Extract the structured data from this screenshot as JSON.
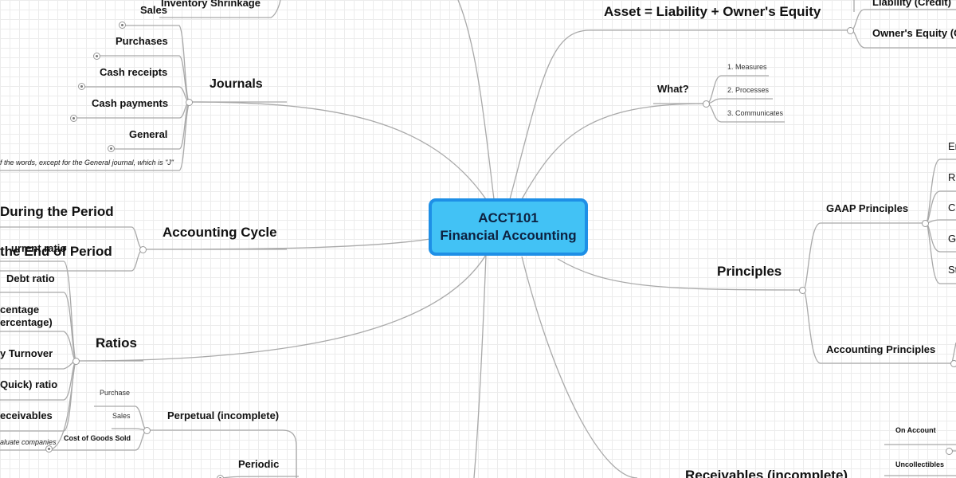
{
  "central": {
    "line1": "ACCT101",
    "line2": "Financial Accounting"
  },
  "left": {
    "inventory_shrinkage": "Inventory Shrinkage",
    "journals": {
      "label": "Journals",
      "items": [
        "Sales",
        "Purchases",
        "Cash receipts",
        "Cash payments",
        "General"
      ],
      "note": "f the words, except for the General journal, which is \"J\""
    },
    "during_period": "During the Period",
    "accounting_cycle": "Accounting Cycle",
    "end_of_period": "the End of Period",
    "ratios": {
      "label": "Ratios",
      "items": [
        "urrent ratio",
        "Debt ratio",
        "centage",
        "ercentage)",
        "y Turnover",
        "Quick) ratio",
        "eceivables"
      ],
      "note": "aluate companies"
    },
    "perpetual": {
      "label": "Perpetual (incomplete)",
      "items": [
        "Purchase",
        "Sales",
        "Cost of Goods Sold"
      ]
    },
    "periodic": "Periodic"
  },
  "right": {
    "equation": {
      "label": "Asset = Liability + Owner's Equity",
      "items": [
        "Liability (Credit)",
        "Owner's Equity (C"
      ]
    },
    "what": {
      "label": "What?",
      "items": [
        "1. Measures",
        "2. Processes",
        "3. Communicates"
      ]
    },
    "principles": {
      "label": "Principles",
      "gaap": {
        "label": "GAAP Principles",
        "items": [
          "En",
          "Re",
          "Co",
          "G",
          "St"
        ]
      },
      "accounting": "Accounting Principles"
    },
    "receivables": {
      "label": "Receivables (incomplete)",
      "items": [
        "On Account",
        "Uncollectibles"
      ]
    }
  }
}
